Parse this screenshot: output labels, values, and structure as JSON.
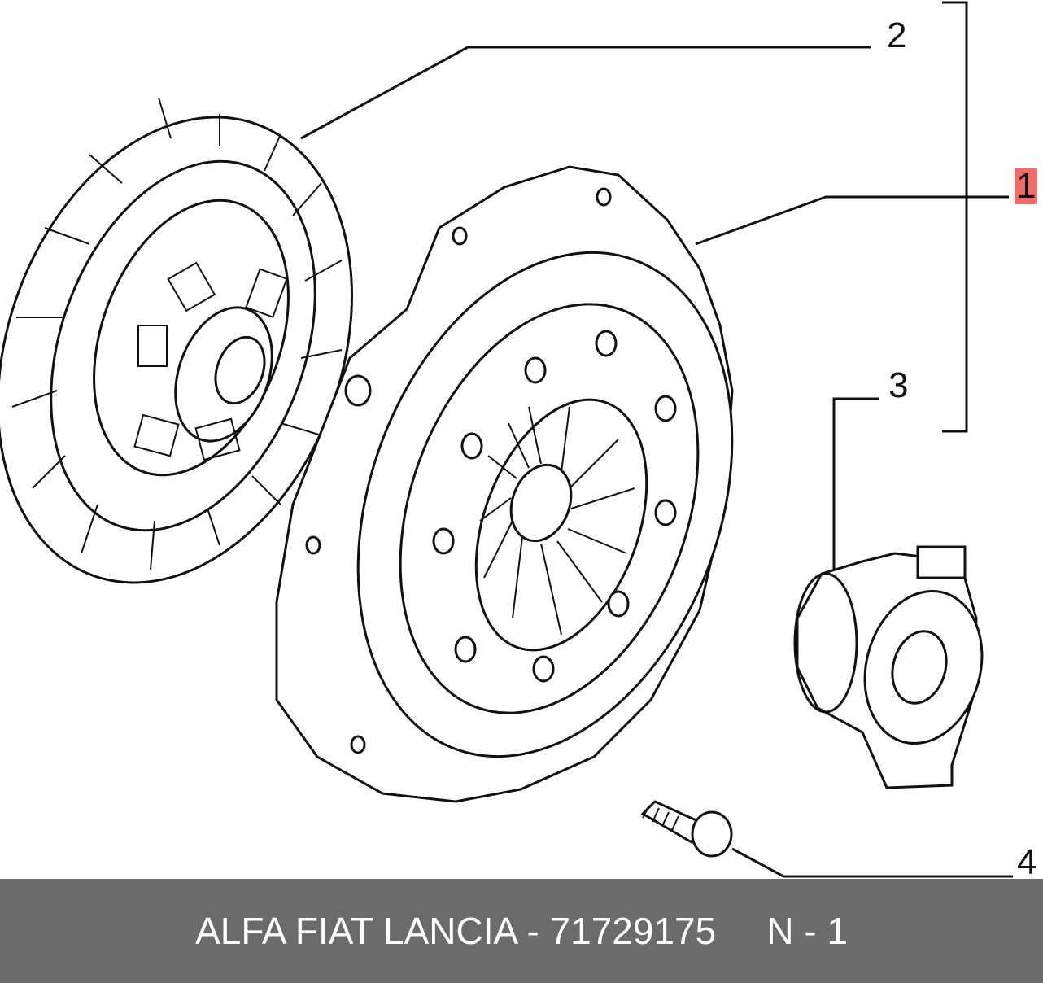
{
  "callouts": {
    "c1": "1",
    "c2": "2",
    "c3": "3",
    "c4": "4"
  },
  "footer": {
    "part_text": "ALFA FIAT LANCIA - 71729175",
    "page_text": "N - 1"
  },
  "colors": {
    "footer_bg": "#6b6b6b",
    "highlight": "#f26b6b"
  }
}
